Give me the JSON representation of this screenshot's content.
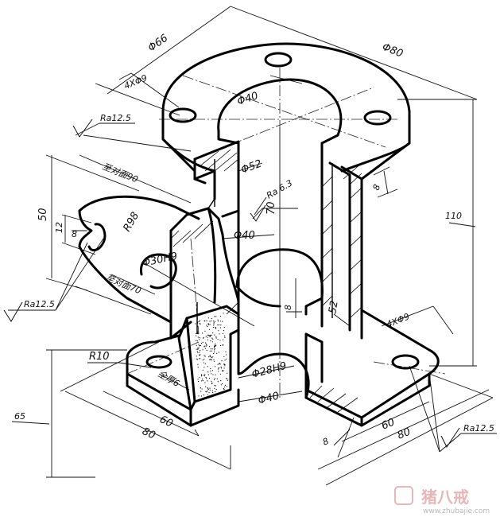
{
  "drawing": {
    "dims": {
      "d66": "Φ66",
      "d80": "Φ80",
      "holes_top": "4XΦ9",
      "d40_top": "Φ40",
      "d52": "Φ52",
      "ra63": "Ra 6.3",
      "h70": "70",
      "h110": "110",
      "t8_top": "8",
      "d40_mid": "Φ40",
      "d30h9": "Φ30H9",
      "r98": "R98",
      "h50": "50",
      "h12": "12",
      "w8": "8",
      "h8_mid": "8",
      "d52_low": "52",
      "holes_base": "4XΦ9",
      "r10": "R10",
      "d28h9": "Φ28H9",
      "d40_low": "Φ40",
      "w60_left": "60",
      "w80_left": "80",
      "w60_right": "60",
      "w80_right": "80",
      "t8_base": "8",
      "h65": "65"
    },
    "roughness": {
      "ra125_top": "Ra12.5",
      "ra125_left": "Ra12.5",
      "ra125_right": "Ra12.5"
    },
    "notes": {
      "opp_face_90": "至对面90",
      "opp_face_70": "至对面70",
      "full_thick_6": "全厚6"
    },
    "watermark": {
      "brand_cn": "猪八戒",
      "url": "www.zhubajie.com"
    }
  }
}
